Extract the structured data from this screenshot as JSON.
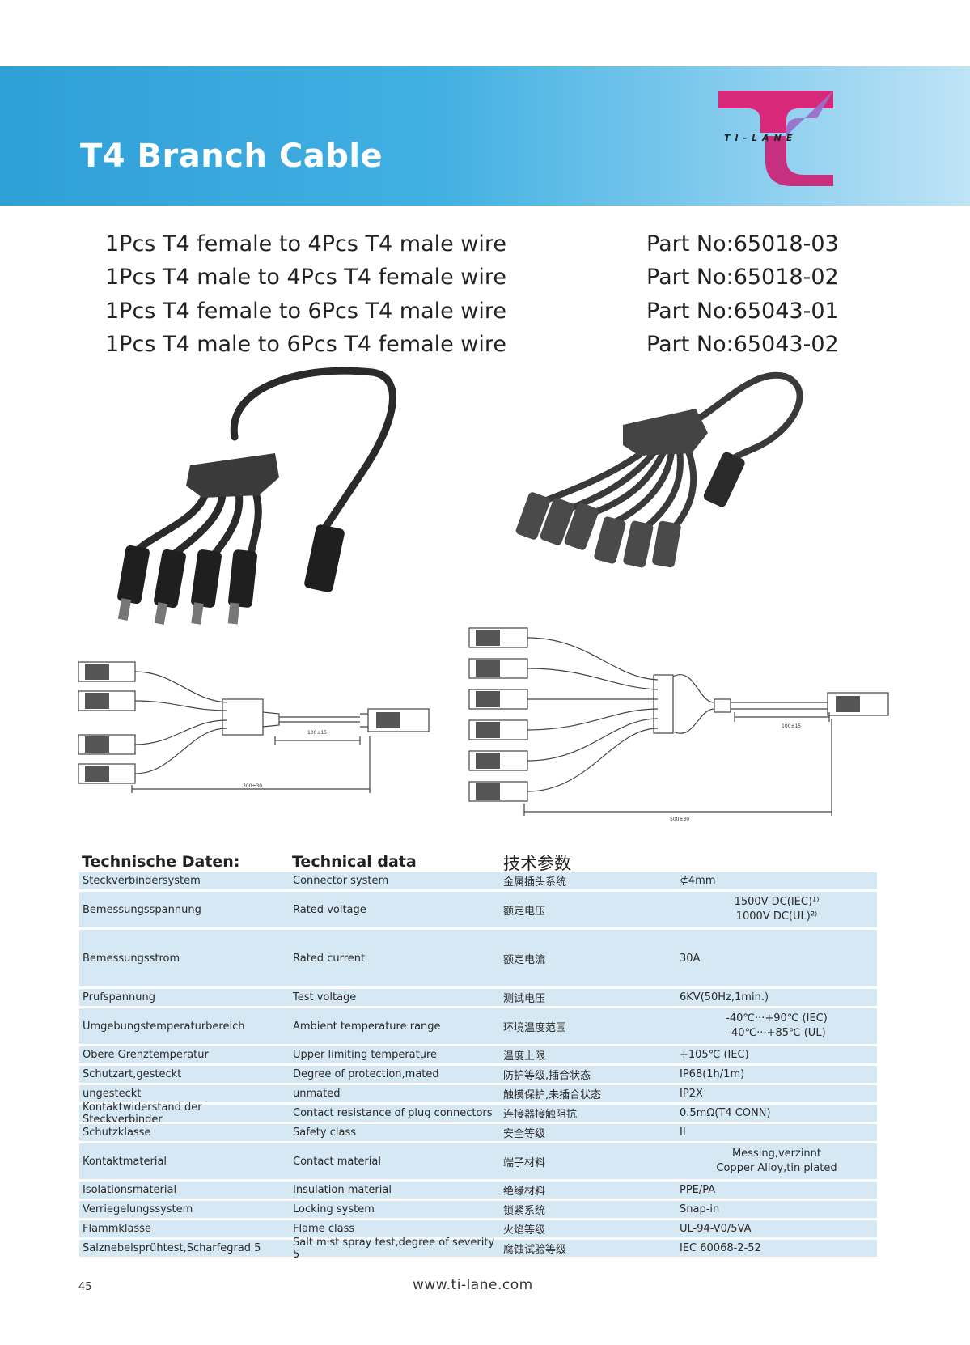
{
  "header": {
    "title": "T4 Branch Cable",
    "logo_text": "TI-LANE"
  },
  "products": [
    {
      "desc": "1Pcs T4 female to 4Pcs T4 male wire",
      "part": "Part No:65018-03"
    },
    {
      "desc": "1Pcs T4 male to 4Pcs T4 female wire",
      "part": "Part No:65018-02"
    },
    {
      "desc": "1Pcs T4 female to 6Pcs T4 male wire",
      "part": "Part No:65043-01"
    },
    {
      "desc": "1Pcs T4 male to 6Pcs T4 female wire",
      "part": "Part No:65043-02"
    }
  ],
  "drawings": {
    "left_dim_short": "100±15",
    "left_dim_long": "300±30",
    "right_dim_short": "100±15",
    "right_dim_long": "500±30"
  },
  "tech": {
    "head_de": "Technische Daten:",
    "head_en": "Technical data",
    "head_zh": "技术参数",
    "rows": [
      {
        "de": "Steckverbindersystem",
        "en": "Connector system",
        "zh": "金属插头系统",
        "v1": "⊄4mm",
        "v2": ""
      },
      {
        "de": "Bemessungsspannung",
        "en": "Rated voltage",
        "zh": "额定电压",
        "v1": "1500V DC(IEC)¹⁾",
        "v2": "1000V DC(UL)²⁾"
      },
      {
        "de": "Bemessungsstrom",
        "en": "Rated current",
        "zh": "额定电流",
        "v1": "30A",
        "v2": ""
      },
      {
        "de": "Prufspannung",
        "en": "Test voltage",
        "zh": "测试电压",
        "v1": "6KV(50Hz,1min.)",
        "v2": ""
      },
      {
        "de": "Umgebungstemperaturbereich",
        "en": "Ambient temperature range",
        "zh": "环境温度范围",
        "v1": "-40℃···+90℃ (IEC)",
        "v2": "-40℃···+85℃ (UL)"
      },
      {
        "de": "Obere Grenztemperatur",
        "en": "Upper limiting temperature",
        "zh": "温度上限",
        "v1": "+105℃ (IEC)",
        "v2": ""
      },
      {
        "de": "Schutzart,gesteckt",
        "en": "Degree of protection,mated",
        "zh": "防护等级,插合状态",
        "v1": "IP68(1h/1m)",
        "v2": ""
      },
      {
        "de": "ungesteckt",
        "en": "unmated",
        "zh": "触摸保护,未插合状态",
        "v1": "IP2X",
        "v2": ""
      },
      {
        "de": "Kontaktwiderstand der Steckverbinder",
        "en": "Contact resistance of plug connectors",
        "zh": "连接器接触阻抗",
        "v1": "0.5mΩ(T4 CONN)",
        "v2": ""
      },
      {
        "de": "Schutzklasse",
        "en": "Safety class",
        "zh": "安全等级",
        "v1": "II",
        "v2": ""
      },
      {
        "de": "Kontaktmaterial",
        "en": "Contact material",
        "zh": "端子材料",
        "v1": "Messing,verzinnt",
        "v2": "Copper Alloy,tin plated"
      },
      {
        "de": "Isolationsmaterial",
        "en": "Insulation material",
        "zh": "绝缘材料",
        "v1": "PPE/PA",
        "v2": ""
      },
      {
        "de": "Verriegelungssystem",
        "en": "Locking system",
        "zh": "锁紧系统",
        "v1": "Snap-in",
        "v2": ""
      },
      {
        "de": "Flammklasse",
        "en": "Flame class",
        "zh": "火焰等级",
        "v1": "UL-94-V0/5VA",
        "v2": ""
      },
      {
        "de": "Salznebelsprühtest,Scharfegrad 5",
        "en": "Salt mist spray test,degree of severity 5",
        "zh": "腐蚀试验等级",
        "v1": "IEC 60068-2-52",
        "v2": ""
      }
    ]
  },
  "footer": {
    "page": "45",
    "url": "www.ti-lane.com"
  }
}
